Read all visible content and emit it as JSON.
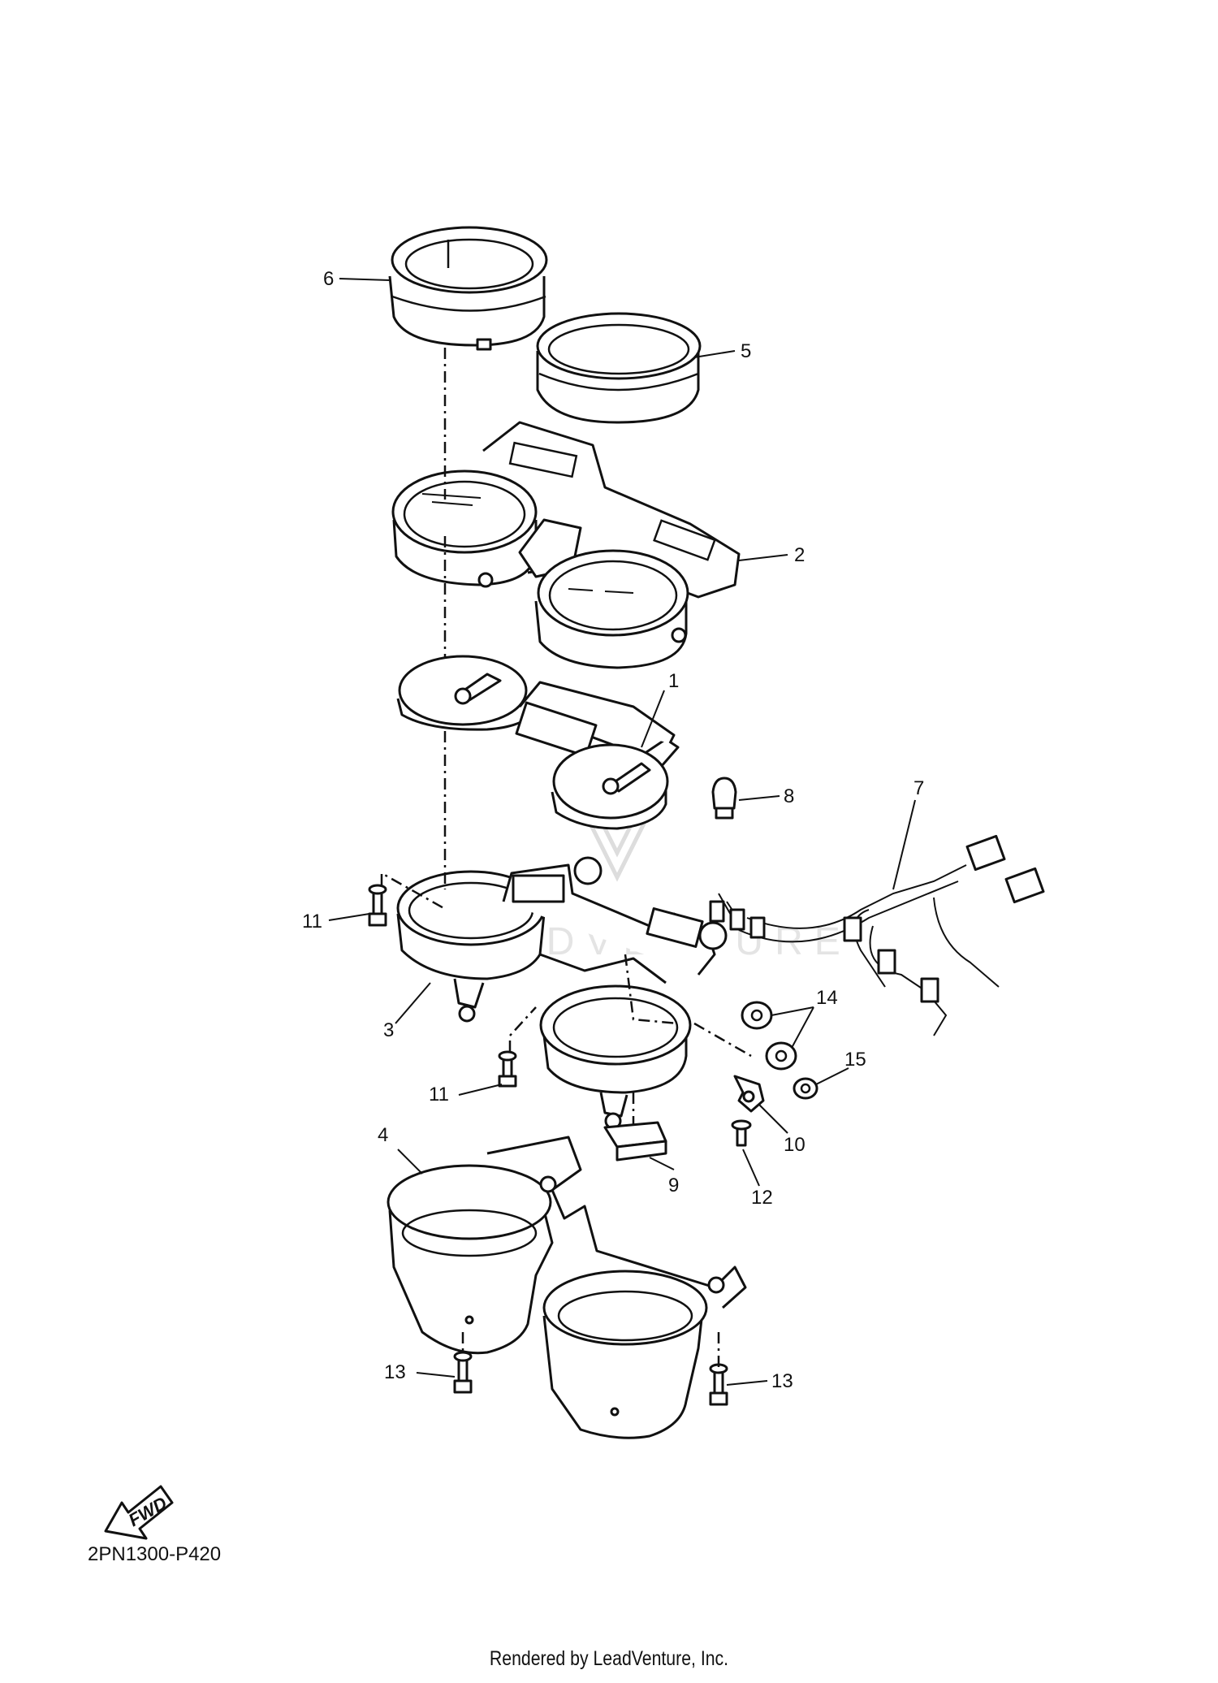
{
  "diagram": {
    "code": "2PN1300-P420",
    "credit": "Rendered by LeadVenture, Inc.",
    "fwd_label": "FWD",
    "watermark_text": "LEADVENTURE",
    "callouts": [
      "1",
      "2",
      "3",
      "4",
      "5",
      "6",
      "7",
      "8",
      "9",
      "10",
      "11",
      "11",
      "12",
      "13",
      "13",
      "14",
      "15"
    ]
  }
}
